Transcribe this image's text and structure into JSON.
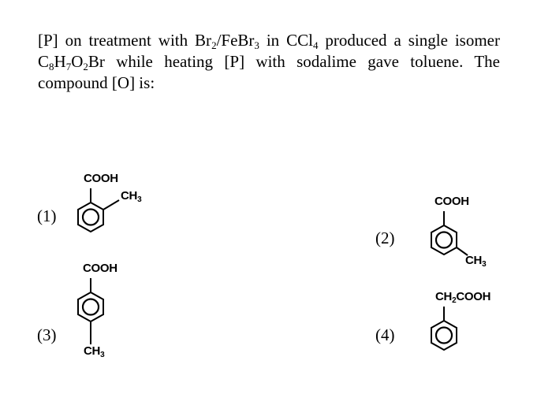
{
  "question": {
    "line1": {
      "a": "[P] on treatment with Br",
      "b": "2",
      "c": "/FeBr",
      "d": "3",
      "e": " in CCl",
      "f": "4",
      "g": " produced a single isomer"
    },
    "line2": {
      "a": "C",
      "b": "8",
      "c": "H",
      "d": "7",
      "e": "O",
      "f": "2",
      "g": "Br while heating [P] with sodalime gave toluene. The"
    },
    "line3": "compound [O] is:"
  },
  "options": [
    {
      "number": "(1)",
      "groups": {
        "top": {
          "main": "COOH"
        },
        "ortho": {
          "main": "CH",
          "sub": "3"
        }
      }
    },
    {
      "number": "(2)",
      "groups": {
        "top": {
          "main": "COOH"
        },
        "meta": {
          "main": "CH",
          "sub": "3"
        }
      }
    },
    {
      "number": "(3)",
      "groups": {
        "top": {
          "main": "COOH"
        },
        "para": {
          "main": "CH",
          "sub": "3"
        }
      }
    },
    {
      "number": "(4)",
      "groups": {
        "top": {
          "main": "CH",
          "sub": "2",
          "rest": "COOH"
        }
      }
    }
  ]
}
